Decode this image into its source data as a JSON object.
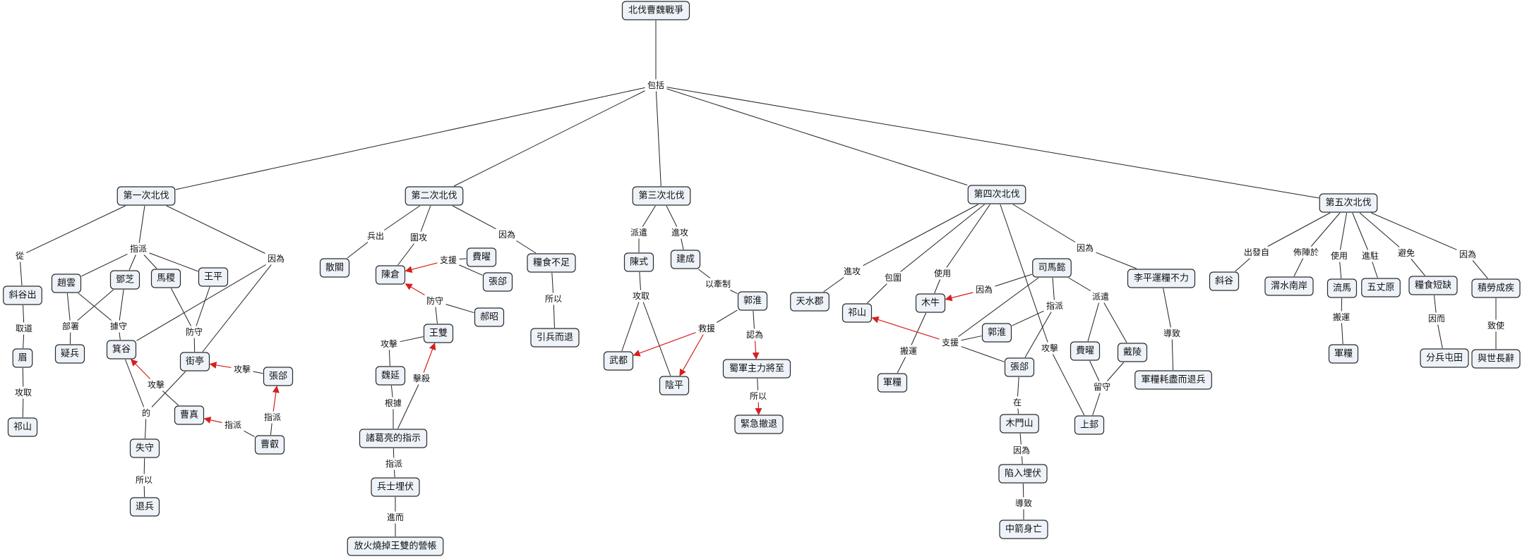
{
  "colors": {
    "node_fill": "#eef3f9",
    "node_border": "#2b2b2b",
    "edge": "#222222",
    "arrow": "#d42020"
  },
  "nodes": {
    "root": "北伐曹魏戰爭",
    "lbl_baokuo": "包括",
    "c1": "第一次北伐",
    "c2": "第二次北伐",
    "c3": "第三次北伐",
    "c4": "第四次北伐",
    "c5": "第五次北伐",
    "lbl_cong": "從",
    "xiegu1": "斜谷出",
    "lbl_qudao": "取道",
    "mei": "眉",
    "lbl_gongqu1": "攻取",
    "qishan1": "祁山",
    "lbl_zhipai1": "指派",
    "zhaoyun": "趙雲",
    "dengzhi": "鄧芝",
    "masu": "馬稷",
    "wangping": "王平",
    "lbl_bushu": "部署",
    "lbl_jushou": "據守",
    "yibing": "疑兵",
    "jigu": "箕谷",
    "lbl_fangshou1": "防守",
    "jieting": "街亭",
    "lbl_yinwei1": "因為",
    "lbl_gongji1": "攻擊",
    "zhanghe1": "張郃",
    "lbl_gongji2": "攻擊",
    "lbl_de": "的",
    "caozhen": "曹真",
    "lbl_zhipai2": "指派",
    "caorui": "曹叡",
    "lbl_zhipai3": "指派",
    "shishou": "失守",
    "lbl_suoyi1": "所以",
    "tuibing": "退兵",
    "lbl_bingchu": "兵出",
    "sanguan": "散關",
    "lbl_weigong": "圍攻",
    "chencang": "陳倉",
    "lbl_zhiyuan": "支援",
    "feiyao1": "費曜",
    "zhanghe2": "張郃",
    "lbl_fangshou2": "防守",
    "haozhao": "郝昭",
    "wangshuang": "王雙",
    "lbl_gongji3": "攻擊",
    "weiyan": "魏延",
    "lbl_genju": "根據",
    "lbl_jisha": "擊殺",
    "zhuge_zhishi": "諸葛亮的指示",
    "lbl_zhipai4": "指派",
    "maifu": "兵士埋伏",
    "lbl_jinger": "進而",
    "fanghuo": "放火燒掉王雙的營帳",
    "lbl_yinwei2": "因為",
    "liangshi1": "糧食不足",
    "lbl_suoyi2": "所以",
    "yinbing": "引兵而退",
    "lbl_paiqian1": "派遣",
    "chenshi": "陳式",
    "lbl_jingong1": "進攻",
    "jiancheng": "建成",
    "lbl_yiqianzhi": "以牽制",
    "guohuai1": "郭淮",
    "lbl_gongqu2": "攻取",
    "wudu": "武都",
    "yinping": "陰平",
    "lbl_jiuyuan": "救援",
    "lbl_renwei": "認為",
    "shujun": "蜀軍主力將至",
    "lbl_suoyi3": "所以",
    "jinji": "緊急撤退",
    "lbl_jingong2": "進攻",
    "tianshui": "天水郡",
    "lbl_baowei": "包圍",
    "qishan2": "祁山",
    "lbl_shiyong1": "使用",
    "muniu": "木牛",
    "lbl_banyun1": "搬運",
    "junliang1": "軍糧",
    "simayi": "司馬懿",
    "lbl_yinwei3": "因為",
    "lbl_zhipai5": "指派",
    "lbl_paiqian2": "派遣",
    "guohuai2": "郭淮",
    "lbl_zhiyuan2": "支援",
    "zhanghe3": "張郃",
    "lbl_gongji4": "攻擊",
    "feiyao2": "費曜",
    "dailing": "戴陵",
    "lbl_liushou": "留守",
    "shanggui": "上邽",
    "lbl_zai": "在",
    "mumenshan": "木門山",
    "lbl_yinwei4": "因為",
    "xianru": "陷入埋伏",
    "lbl_daozhi1": "導致",
    "zhongjian": "中箭身亡",
    "lbl_yinwei5": "因為",
    "liping": "李平運糧不力",
    "lbl_daozhi2": "導致",
    "junliangjin": "軍糧耗盡而退兵",
    "lbl_chufa": "出發自",
    "xiegu2": "斜谷",
    "lbl_budong": "佈陣於",
    "weishui": "渭水南岸",
    "lbl_shiyong2": "使用",
    "liuma": "流馬",
    "lbl_banyun2": "搬運",
    "junliang2": "軍糧",
    "lbl_jinzhu": "進駐",
    "wuzhangyuan": "五丈原",
    "lbl_bimian": "避免",
    "liangshi2": "糧食短缺",
    "lbl_yiner": "因而",
    "fenbing": "分兵屯田",
    "lbl_yinwei6": "因為",
    "jilao": "積勞成疾",
    "lbl_zhishi": "致使",
    "yushi": "與世長辭"
  }
}
